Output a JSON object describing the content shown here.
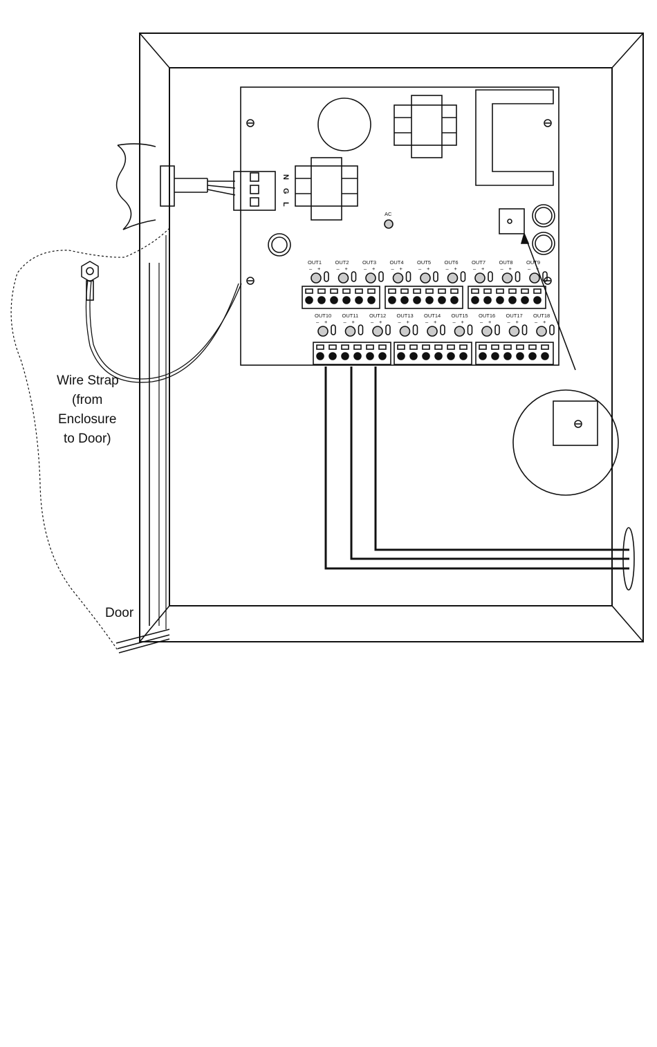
{
  "annotations": {
    "wire_strap_lines": [
      "Wire Strap",
      "(from",
      "Enclosure",
      "to Door)"
    ],
    "door_label": "Door"
  },
  "board": {
    "ac_label": "AC",
    "mains_labels": [
      "N",
      "G",
      "L"
    ],
    "row1_outputs": [
      "OUT1",
      "OUT2",
      "OUT3",
      "OUT4",
      "OUT5",
      "OUT6",
      "OUT7",
      "OUT8",
      "OUT9"
    ],
    "row2_outputs": [
      "OUT10",
      "OUT11",
      "OUT12",
      "OUT13",
      "OUT14",
      "OUT15",
      "OUT16",
      "OUT17",
      "OUT18"
    ],
    "polarity_minus": "–",
    "polarity_plus": "+"
  },
  "icons": [
    "screw-icon",
    "fuse-icon",
    "led-icon",
    "transformer-icon",
    "battery-icon",
    "jumper-icon",
    "ring-terminal-icon"
  ]
}
